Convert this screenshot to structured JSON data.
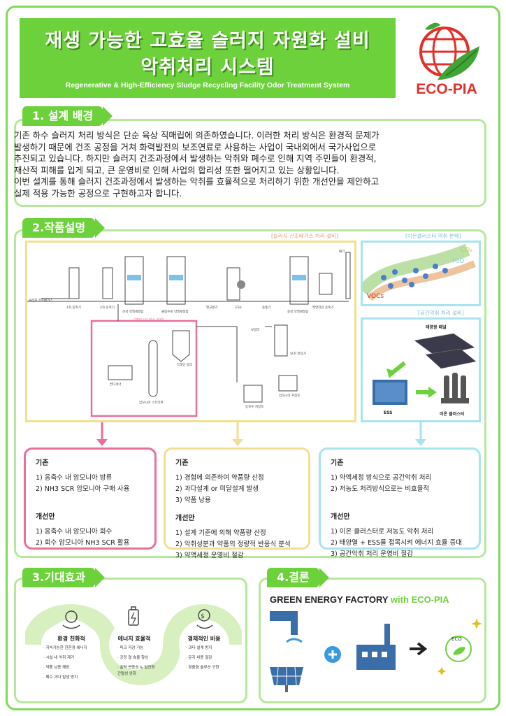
{
  "header": {
    "title_line1": "재생 가능한 고효율 슬러지 자원화 설비",
    "title_line2": "악취처리 시스템",
    "subtitle": "Regenerative & High-Efficiency Sludge Recycling Facility Odor Treatment System",
    "logo_text": "ECO-PIA"
  },
  "section1": {
    "tag": "1. 설계 배경",
    "lines": [
      "기존 하수 슬러지 처리 방식은 단순 육상 직매립에 의존하였습니다. 이러한 처리 방식은 환경적 문제가",
      "발생하기 때문에 건조 공정을 거쳐 화력발전의 보조연료로 사용하는 사업이 국내외에서 국가사업으로",
      "추진되고 있습니다. 하지만 슬러지 건조과정에서 발생하는 악취와 폐수로 인해 지역 주민들이 환경적,",
      "재산적 피해를 입게 되고, 큰 운영비로 인해 사업의 합리성 또한 떨어지고 있는 상황입니다.",
      "이번 설계를 통해 슬러지 건조과정에서 발생하는 악취를 효율적으로 처리하기 위한 개선안을 제안하고",
      "실제 적용 가능한 공정으로 구현하고자 합니다."
    ]
  },
  "section2": {
    "tag": "2.작품설명",
    "label_sludge": "[슬러지 건조배가스 처리 설비]",
    "label_ion": "[이온클러스터 악취 분해]",
    "label_space": "[공간악취 처리 설비]",
    "label_ammonia": "(암모니아 회수 설비)",
    "co2": "CO₂",
    "h2o": "H₂O",
    "vocs": "VOCs",
    "solar_panel": "태양광 패널",
    "ess": "ESS",
    "ion_cluster": "이온 클러스터",
    "diagram_labels": [
      "1차 응축기",
      "2차 응축기",
      "산성 약액세정탑",
      "물탑수로 약액세정탑",
      "열교환기",
      "ESS",
      "송풍기",
      "중성 약액세정탑",
      "백연저감 응축기",
      "재가온기",
      "배기",
      "슬러지 건조배가스",
      "드레인 탱크",
      "컨디셔너",
      "암모니아 스트리퍼",
      "보일러",
      "암모니아 저장조",
      "응축수 저장조",
      "SCR 반응기"
    ],
    "cards": [
      {
        "h1": "기존",
        "existing": [
          "1) 응축수 내 암모니아 방류",
          "2) NH3 SCR 암모니아 구매 사용"
        ],
        "h2": "개선안",
        "improved": [
          "1) 응축수 내 암모니아 회수",
          "2) 회수 암모니아 NH3 SCR 활용"
        ]
      },
      {
        "h1": "기존",
        "existing": [
          "1) 경험에 의존하여 약품량 산정",
          "2) 과다설계 or 미달설계 발생",
          "3) 약품 낭용"
        ],
        "h2": "개선안",
        "improved": [
          "1) 설계 기준에 의해 약품량 산정",
          "2) 악취성분과 약품의 정량적 반응식 분석",
          "3) 약액세정 운영비 절감"
        ]
      },
      {
        "h1": "기존",
        "existing": [
          "1) 약액세정 방식으로 공간악취 처리",
          "2) 저농도 처리방식으로는 비효율적"
        ],
        "h2": "개선안",
        "improved": [
          "1) 이온 클러스터로 저농도 악취 처리",
          "2) 태양열 + ESS를 접목시켜 에너지 효율 증대",
          "3) 공간악취 처리 운영비 절감"
        ]
      }
    ]
  },
  "section3": {
    "tag": "3.기대효과",
    "effects": [
      {
        "title": "환경 친화적",
        "items": [
          "· 지속가능한 친환경 에너지",
          "· 시설 내 악취 제거",
          "· 약품 남용 해방",
          "· 폐수 과다 발생 방지"
        ]
      },
      {
        "title": "에너지 효율적",
        "items": [
          "· 피크 저감 가능",
          "· 공정 열 효율 향상",
          "· 출력 변동성 & 발전량",
          "  간헐성 완화"
        ]
      },
      {
        "title": "경제적인 비용",
        "items": [
          "· 과다 설계 방지",
          "· 운지 비용 절감",
          "· 맞춤형 솔루션 구현"
        ]
      }
    ]
  },
  "section4": {
    "tag": "4.결론",
    "title_a": "GREEN ENERGY FACTORY ",
    "title_b": "with ECO-PIA",
    "eco_badge": "ECO"
  },
  "colors": {
    "accent": "#6cd13a",
    "pink": "#e8709a",
    "yellow": "#f0e090",
    "cyan": "#a8e4ee",
    "red": "#e0302a"
  }
}
